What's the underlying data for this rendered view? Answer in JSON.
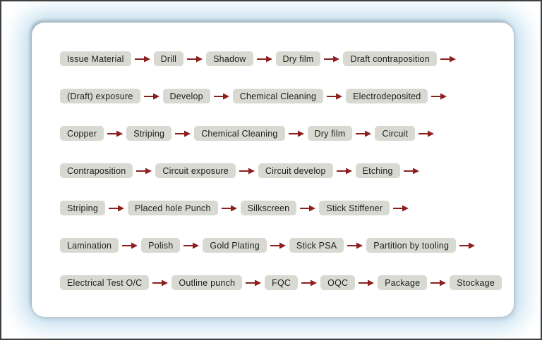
{
  "colors": {
    "arrow": "#8e1f1f",
    "box_bg": "#d8d9d1",
    "box_text": "#1f1f1f",
    "glow": "#c5e0f0",
    "panel_bg": "#ffffff"
  },
  "flowchart": {
    "rows": [
      {
        "steps": [
          "Issue Material",
          "Drill",
          "Shadow",
          "Dry film",
          "Draft contraposition"
        ],
        "trailing_arrow": true
      },
      {
        "steps": [
          "(Draft) exposure",
          "Develop",
          "Chemical Cleaning",
          "Electrodeposited"
        ],
        "trailing_arrow": true
      },
      {
        "steps": [
          "Copper",
          "Striping",
          "Chemical Cleaning",
          "Dry film",
          "Circuit"
        ],
        "trailing_arrow": true
      },
      {
        "steps": [
          "Contraposition",
          "Circuit exposure",
          "Circuit develop",
          "Etching"
        ],
        "trailing_arrow": true
      },
      {
        "steps": [
          "Striping",
          "Placed hole Punch",
          "Silkscreen",
          "Stick Stiffener"
        ],
        "trailing_arrow": true
      },
      {
        "steps": [
          "Lamination",
          "Polish",
          "Gold Plating",
          "Stick PSA",
          "Partition by tooling"
        ],
        "trailing_arrow": true
      },
      {
        "steps": [
          "Electrical Test O/C",
          "Outline punch",
          "FQC",
          "OQC",
          "Package",
          "Stockage"
        ],
        "trailing_arrow": false
      }
    ]
  }
}
